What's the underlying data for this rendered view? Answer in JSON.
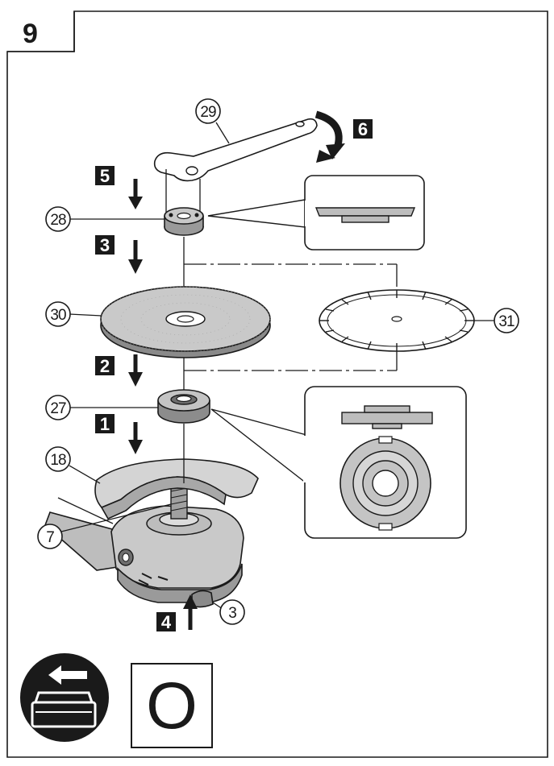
{
  "figure_number": "9",
  "steps": [
    {
      "id": "step-1",
      "label": "1"
    },
    {
      "id": "step-2",
      "label": "2"
    },
    {
      "id": "step-3",
      "label": "3"
    },
    {
      "id": "step-4",
      "label": "4"
    },
    {
      "id": "step-5",
      "label": "5"
    },
    {
      "id": "step-6",
      "label": "6"
    }
  ],
  "callouts": [
    {
      "id": "part-29",
      "label": "29",
      "part": "wrench"
    },
    {
      "id": "part-28",
      "label": "28",
      "part": "lock-nut"
    },
    {
      "id": "part-30",
      "label": "30",
      "part": "grinding-wheel"
    },
    {
      "id": "part-31",
      "label": "31",
      "part": "diamond-blade"
    },
    {
      "id": "part-27",
      "label": "27",
      "part": "inner-flange"
    },
    {
      "id": "part-18",
      "label": "18",
      "part": "wheel-guard"
    },
    {
      "id": "part-7",
      "label": "7",
      "part": "spindle"
    },
    {
      "id": "part-3",
      "label": "3",
      "part": "spindle-lock-button"
    }
  ],
  "footer": {
    "battery_icon": "battery-remove-icon",
    "switch_symbol": "O",
    "switch_icon": "power-off-symbol"
  },
  "colors": {
    "ink": "#1a1a1a",
    "part_gray": "#b5b5b5",
    "light_gray": "#d2d2d2",
    "dark_gray": "#6e6e6e",
    "background": "#ffffff"
  }
}
